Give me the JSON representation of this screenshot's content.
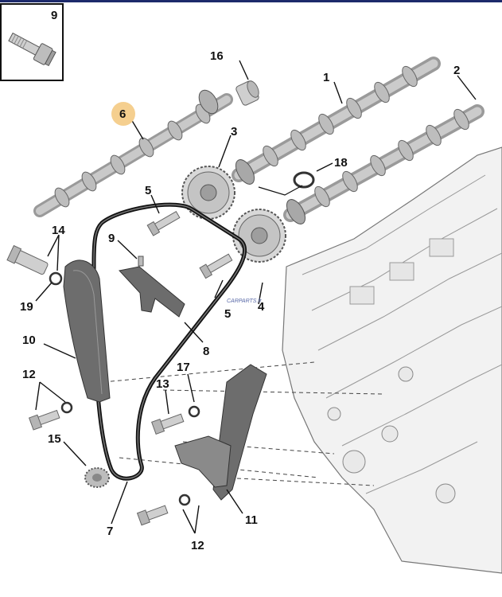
{
  "diagram": {
    "inset_label": "9",
    "highlight_color": "#f5cf8f",
    "watermark": "CARPARTS",
    "watermark_domain": ".fr",
    "labels": {
      "l1": "1",
      "l2": "2",
      "l3": "3",
      "l4": "4",
      "l5a": "5",
      "l5b": "5",
      "l6": "6",
      "l7": "7",
      "l8": "8",
      "l9": "9",
      "l10": "10",
      "l11": "11",
      "l12a": "12",
      "l12b": "12",
      "l13": "13",
      "l14": "14",
      "l15": "15",
      "l16": "16",
      "l17": "17",
      "l18": "18",
      "l19": "19"
    }
  }
}
